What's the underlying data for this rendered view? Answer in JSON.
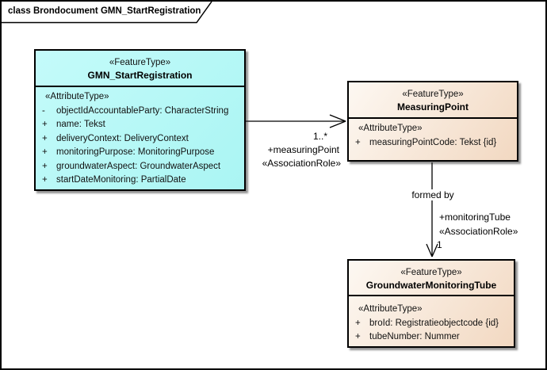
{
  "frame": {
    "title": "class Brondocument GMN_StartRegistration"
  },
  "classes": [
    {
      "id": "gmn-startregistration",
      "stereotype": "«FeatureType»",
      "name": "GMN_StartRegistration",
      "attr_header": "«AttributeType»",
      "attributes": [
        {
          "vis": "-",
          "text": "objectIdAccountableParty: CharacterString"
        },
        {
          "vis": "+",
          "text": "name: Tekst"
        },
        {
          "vis": "+",
          "text": "deliveryContext: DeliveryContext"
        },
        {
          "vis": "+",
          "text": "monitoringPurpose: MonitoringPurpose"
        },
        {
          "vis": "+",
          "text": "groundwaterAspect: GroundwaterAspect"
        },
        {
          "vis": "+",
          "text": "startDateMonitoring: PartialDate"
        }
      ]
    },
    {
      "id": "measuringpoint",
      "stereotype": "«FeatureType»",
      "name": "MeasuringPoint",
      "attr_header": "«AttributeType»",
      "attributes": [
        {
          "vis": "+",
          "text": "measuringPointCode: Tekst {id}"
        }
      ]
    },
    {
      "id": "groundwatermonitoringtube",
      "stereotype": "«FeatureType»",
      "name": "GroundwaterMonitoringTube",
      "attr_header": "«AttributeType»",
      "attributes": [
        {
          "vis": "+",
          "text": "broId: Registratieobjectcode {id}"
        },
        {
          "vis": "+",
          "text": "tubeNumber: Nummer"
        }
      ]
    }
  ],
  "associations": [
    {
      "id": "measuringpoint-assoc",
      "multiplicity": "1..*",
      "role": "+measuringPoint",
      "stereotype": "«AssociationRole»"
    },
    {
      "id": "monitoringtube-assoc",
      "name": "formed by",
      "role": "+monitoringTube",
      "stereotype": "«AssociationRole»",
      "multiplicity": "1"
    }
  ],
  "colors": {
    "class_cyan": "#aaf5f3",
    "class_peach": "#f2d8c1",
    "border": "#000000",
    "background": "#ffffff"
  }
}
